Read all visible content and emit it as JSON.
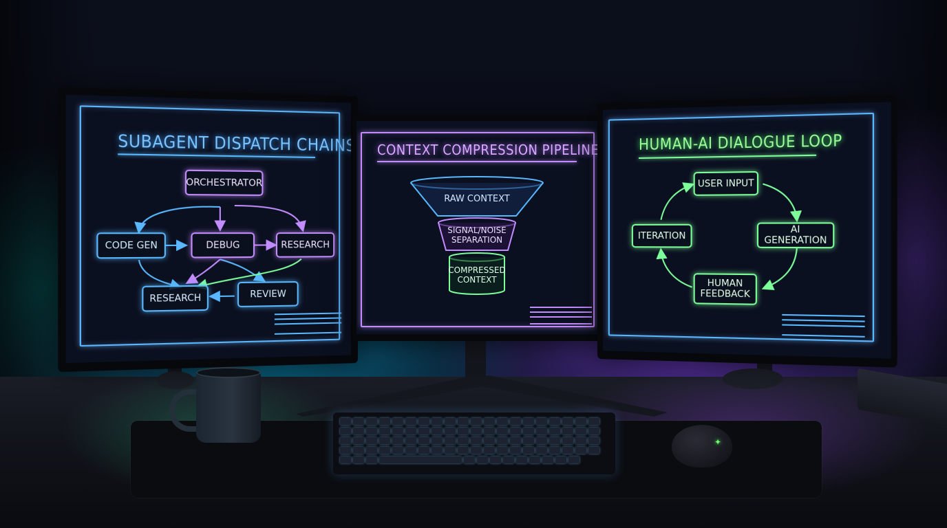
{
  "colors": {
    "blue": "#59b8ff",
    "violet": "#c38cff",
    "green": "#7dff9a",
    "background": "#05070d"
  },
  "left_screen": {
    "title": "SUBAGENT DISPATCH CHAINS",
    "nodes": {
      "orchestrator": "ORCHESTRATOR",
      "code_gen": "CODE GEN",
      "debug": "DEBUG",
      "research_right": "RESEARCH",
      "research_bottom": "RESEARCH",
      "review": "REVIEW"
    }
  },
  "center_screen": {
    "title": "CONTEXT COMPRESSION PIPELINE",
    "stages": {
      "raw": "RAW CONTEXT",
      "separation": "SIGNAL/NOISE\nSEPARATION",
      "compressed": "COMPRESSED\nCONTEXT"
    }
  },
  "right_screen": {
    "title": "HUMAN-AI DIALOGUE LOOP",
    "nodes": {
      "user_input": "USER INPUT",
      "ai_generation": "AI GENERATION",
      "human_feedback": "HUMAN\nFEEDBACK",
      "iteration": "ITERATION"
    }
  }
}
